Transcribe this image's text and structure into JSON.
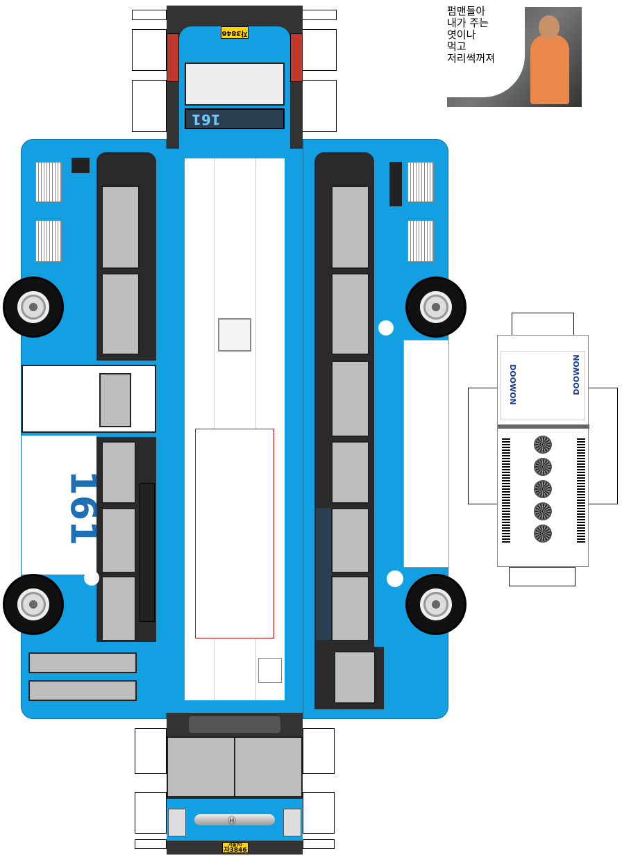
{
  "meme": {
    "text_lines": [
      "펌맨들아",
      "내가 주는",
      "엿이나",
      "먹고",
      "저리썩꺼져"
    ]
  },
  "bus": {
    "route_number": "161",
    "plate_top_small": "서울70",
    "plate_number": "자3846",
    "rear_plate": "자3846",
    "brand_left": "DOOWON",
    "brand_right": "DOOWON",
    "body_color": "#12a0e3",
    "destination_sign": "161",
    "side_route_label": "161"
  }
}
